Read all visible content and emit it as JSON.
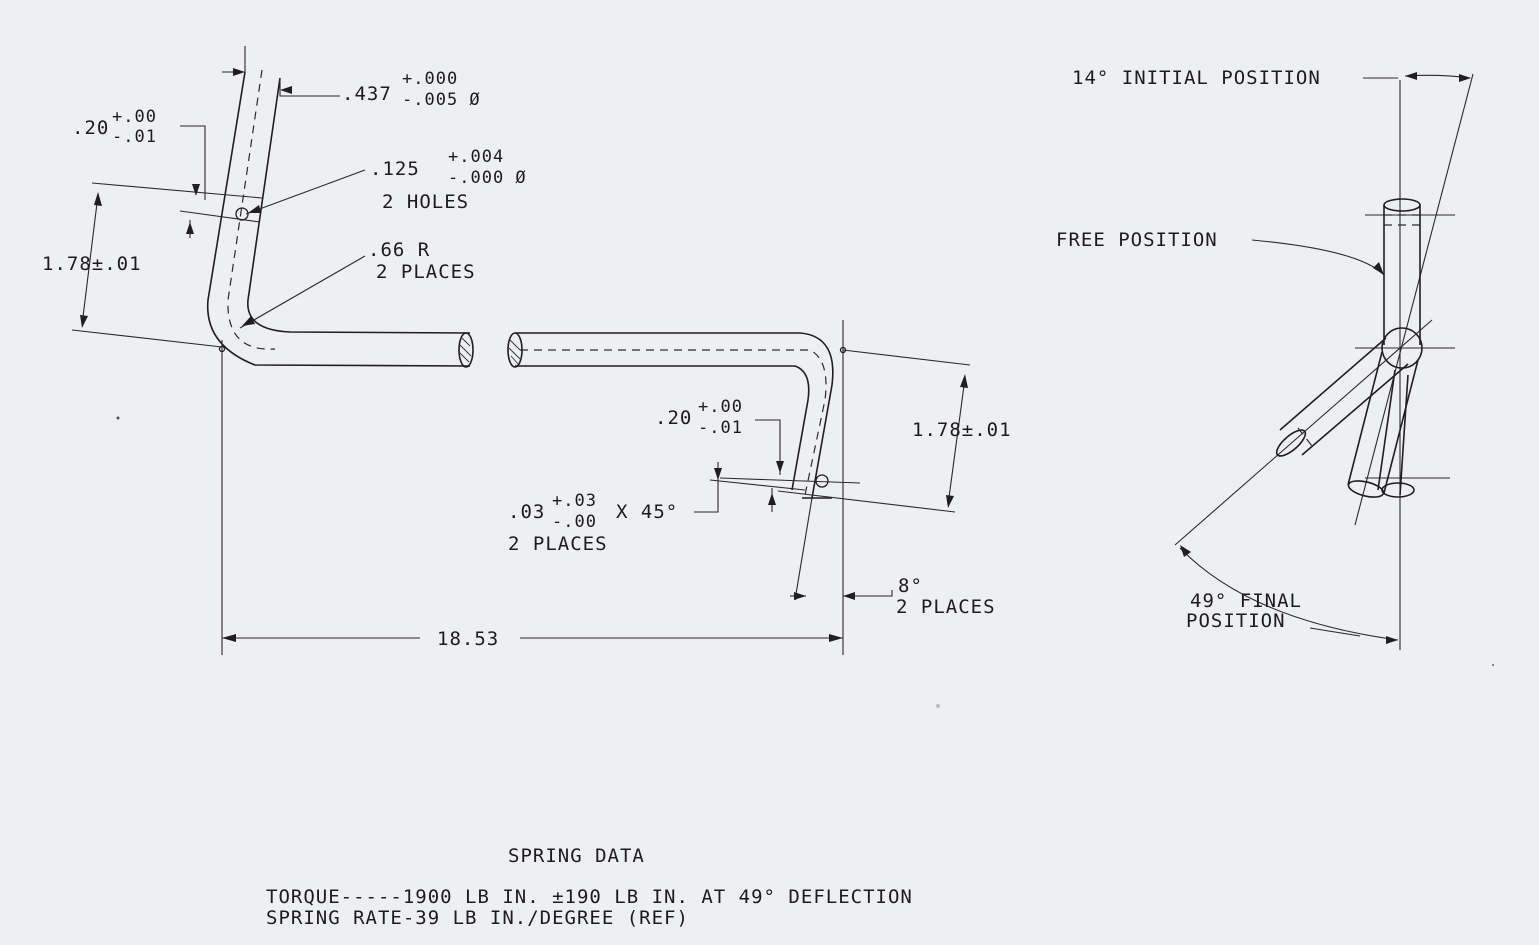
{
  "labels": {
    "bar_dia_main": ".437",
    "bar_dia_tol_plus": "+.000",
    "bar_dia_tol_minus": "-.005 Ø",
    "left_offset_main": ".20",
    "left_offset_tol_plus": "+.00",
    "left_offset_tol_minus": "-.01",
    "hole_dia_main": ".125",
    "hole_dia_tol_plus": "+.004",
    "hole_dia_tol_minus": "-.000 Ø",
    "hole_count": "2 HOLES",
    "bend_radius": ".66 R",
    "bend_radius_places": "2 PLACES",
    "left_height": "1.78±.01",
    "right_offset_main": ".20",
    "right_offset_tol_plus": "+.00",
    "right_offset_tol_minus": "-.01",
    "right_height": "1.78±.01",
    "chamfer_main": ".03",
    "chamfer_tol_plus": "+.03",
    "chamfer_tol_minus": "-.00",
    "chamfer_angle": "X 45°",
    "chamfer_places": "2 PLACES",
    "bend_angle": "8°",
    "bend_angle_places": "2 PLACES",
    "overall_length": "18.53",
    "initial_position": "14° INITIAL POSITION",
    "free_position": "FREE POSITION",
    "final_position_line1": "49° FINAL",
    "final_position_line2": "POSITION"
  },
  "spring_data": {
    "heading": "SPRING DATA",
    "torque": "TORQUE-----1900 LB IN. ±190 LB IN. AT 49° DEFLECTION",
    "spring_rate": "SPRING RATE-39 LB IN./DEGREE (REF)"
  }
}
